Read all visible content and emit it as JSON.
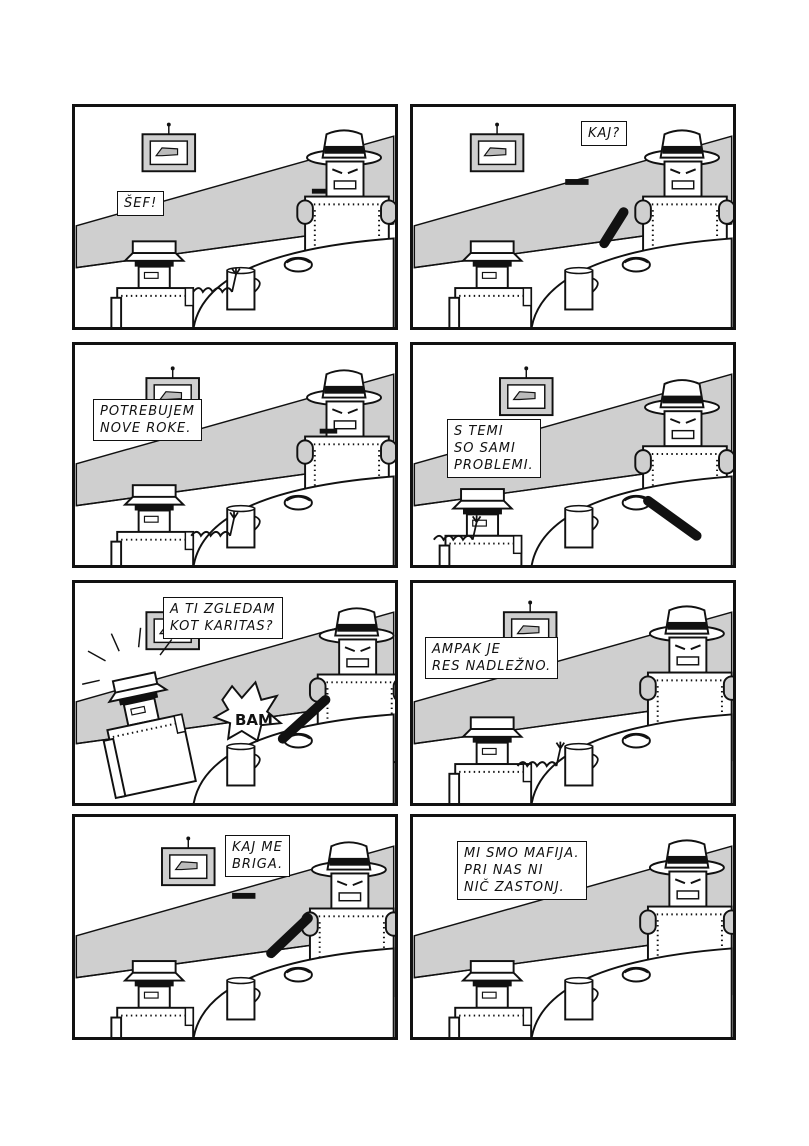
{
  "colors": {
    "ink": "#111111",
    "wall": "#cfcfcf",
    "paper": "#ffffff"
  },
  "panels": [
    {
      "id": 1,
      "balloon": "ŠEF!"
    },
    {
      "id": 2,
      "balloon": "KAJ?"
    },
    {
      "id": 3,
      "balloon": "POTREBUJEM\nNOVE ROKE."
    },
    {
      "id": 4,
      "balloon": "S TEMI\nSO SAMI\nPROBLEMI."
    },
    {
      "id": 5,
      "balloon": "A TI ZGLEDAM\nKOT KARITAS?",
      "sfx": "BAM"
    },
    {
      "id": 6,
      "balloon": "AMPAK JE\nRES NADLEŽNO."
    },
    {
      "id": 7,
      "balloon": "KAJ ME\nBRIGA."
    },
    {
      "id": 8,
      "balloon": "MI SMO MAFIJA.\nPRI NAS NI\nNIČ ZASTONJ."
    }
  ],
  "icons": [
    "painting-icon",
    "robot-boss",
    "robot-minion",
    "cup-icon",
    "ashtray-icon",
    "cigar-icon",
    "spring-icon"
  ]
}
